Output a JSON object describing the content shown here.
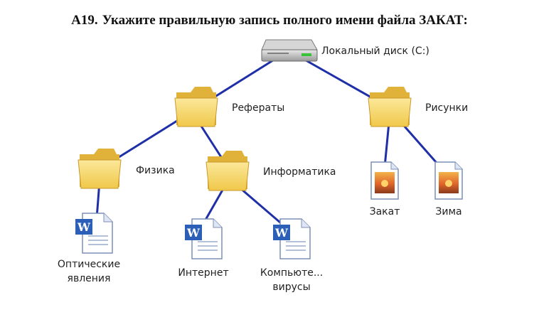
{
  "question": {
    "number": "А19.",
    "text": "Укажите правильную запись полного имени файла ЗАКАТ:"
  },
  "tree": {
    "root": {
      "label": "Локальный диск (C:)",
      "icon": "hard-drive-icon"
    },
    "folders": [
      {
        "id": "referaty",
        "label": "Рефераты",
        "icon": "folder-icon"
      },
      {
        "id": "risunki",
        "label": "Рисунки",
        "icon": "folder-icon"
      },
      {
        "id": "fizika",
        "label": "Физика",
        "icon": "folder-icon"
      },
      {
        "id": "informatika",
        "label": "Информатика",
        "icon": "folder-icon"
      }
    ],
    "files": [
      {
        "id": "opticheskie",
        "label_line1": "Оптические",
        "label_line2": "явления",
        "icon": "word-document-icon"
      },
      {
        "id": "internet",
        "label": "Интернет",
        "icon": "word-document-icon"
      },
      {
        "id": "kompyuternye",
        "label_line1": "Компьюте...",
        "label_line2": "вирусы",
        "icon": "word-document-icon"
      },
      {
        "id": "zakat",
        "label": "Закат",
        "icon": "image-file-icon"
      },
      {
        "id": "zima",
        "label": "Зима",
        "icon": "image-file-icon"
      }
    ]
  },
  "colors": {
    "connector": "#1f2fa8",
    "folder_fill": "#f6d56a",
    "folder_dark": "#e0b23a",
    "word_blue": "#2b5fb8"
  }
}
